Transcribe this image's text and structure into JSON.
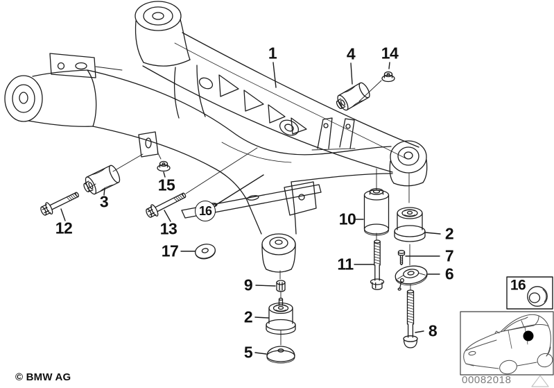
{
  "diagram": {
    "background": "#ffffff",
    "line_color": "#1b1b1b",
    "muted_color": "#7c7c7c",
    "copyright": "© BMW AG",
    "image_number": "00082018"
  },
  "callouts": [
    {
      "label": "1",
      "variant": "plain"
    },
    {
      "label": "4",
      "variant": "plain"
    },
    {
      "label": "14",
      "variant": "plain"
    },
    {
      "label": "15",
      "variant": "plain"
    },
    {
      "label": "3",
      "variant": "plain"
    },
    {
      "label": "12",
      "variant": "plain"
    },
    {
      "label": "13",
      "variant": "plain"
    },
    {
      "label": "16",
      "variant": "circled"
    },
    {
      "label": "17",
      "variant": "plain"
    },
    {
      "label": "9",
      "variant": "plain"
    },
    {
      "label": "2",
      "variant": "plain"
    },
    {
      "label": "5",
      "variant": "plain"
    },
    {
      "label": "10",
      "variant": "plain"
    },
    {
      "label": "11",
      "variant": "plain"
    },
    {
      "label": "2",
      "variant": "plain"
    },
    {
      "label": "7",
      "variant": "plain"
    },
    {
      "label": "6",
      "variant": "plain"
    },
    {
      "label": "8",
      "variant": "plain"
    },
    {
      "label": "16",
      "variant": "boxed"
    }
  ]
}
